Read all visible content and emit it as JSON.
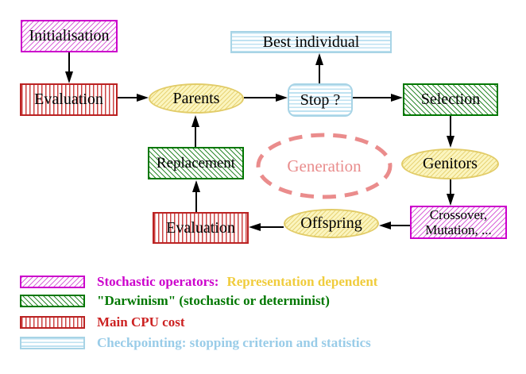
{
  "nodes": {
    "initialisation": {
      "label": "Initialisation"
    },
    "evaluation_top": {
      "label": "Evaluation"
    },
    "parents": {
      "label": "Parents"
    },
    "best_individual": {
      "label": "Best individual"
    },
    "stop": {
      "label": "Stop ?"
    },
    "selection": {
      "label": "Selection"
    },
    "genitors": {
      "label": "Genitors"
    },
    "crossover_mutation": {
      "line1": "Crossover,",
      "line2": "Mutation, ..."
    },
    "offspring": {
      "label": "Offspring"
    },
    "evaluation_bottom": {
      "label": "Evaluation"
    },
    "replacement": {
      "label": "Replacement"
    },
    "generation": {
      "label": "Generation"
    }
  },
  "legend": {
    "stochastic": {
      "label": "Stochastic operators:",
      "label2": "Representation dependent"
    },
    "darwinism": {
      "label": "\"Darwinism\" (stochastic or determinist)"
    },
    "cpu": {
      "label": "Main CPU cost"
    },
    "checkpointing": {
      "label": "Checkpointing: stopping criterion and statistics"
    }
  },
  "colors": {
    "magenta": "#cc00cc",
    "green": "#007700",
    "red": "#bb2222",
    "cyan_border": "#a8d4e6",
    "cyan_text": "#99cce8",
    "yellow_border": "#e2cc68",
    "yellow_fill": "#fbf5bf",
    "gold_text": "#f0cc3c",
    "salmon": "#e98d8d",
    "arrow": "#000000"
  }
}
